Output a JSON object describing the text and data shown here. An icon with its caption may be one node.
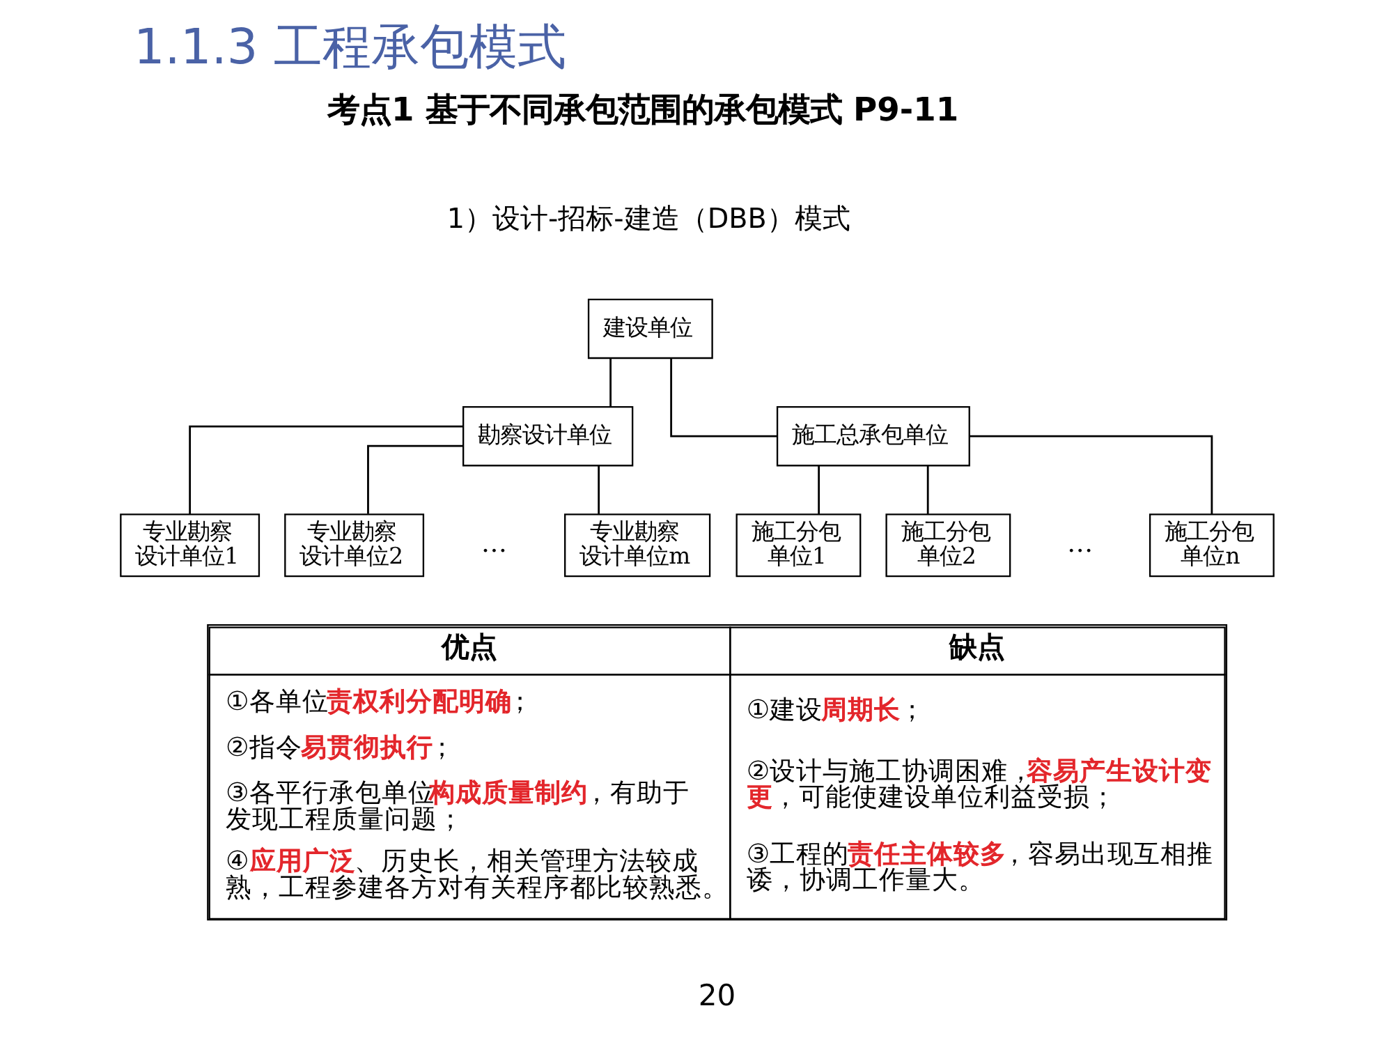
{
  "diagram": {
    "title": "1.1.3 工程承包模式",
    "nodes": [
      {
        "text": [
          "建设单位"
        ]
      },
      {
        "text": [
          "勘察设计单位"
        ]
      },
      {
        "text": [
          "施工总承包单位"
        ]
      },
      {
        "text": [
          "专业勘察设计单位1"
        ]
      },
      {
        "text": [
          "专业勘察设计单位2"
        ]
      },
      {
        "text": [
          "专业勘察设计单位m"
        ]
      },
      {
        "text": [
          "施工分包单位1"
        ]
      },
      {
        "text": [
          "施工分包单位2"
        ]
      },
      {
        "text": [
          "施工分包单位n"
        ]
      }
    ],
    "edges": [
      {
        "from": 0,
        "to": 1,
        "arrow": "none"
      },
      {
        "from": 0,
        "to": 2,
        "arrow": "none"
      },
      {
        "from": 1,
        "to": 3,
        "arrow": "none"
      },
      {
        "from": 1,
        "to": 4,
        "arrow": "none"
      },
      {
        "from": 1,
        "to": 5,
        "arrow": "none"
      },
      {
        "from": 2,
        "to": 6,
        "arrow": "none"
      },
      {
        "from": 2,
        "to": 7,
        "arrow": "none"
      },
      {
        "from": 2,
        "to": 8,
        "arrow": "none"
      }
    ],
    "labels": [
      "考点1 基于不同承包范围的承包模式 P9-11",
      "1）设计-招标-建造（DBB）模式",
      "…",
      "…",
      "优点",
      "缺点",
      "①各单位**责权利分配明确**；",
      "②指令**易贯彻执行**；",
      "③各平行承包单位**构成质量制约**，有助于发现工程质量问题；",
      "④**应用广泛**、历史长，相关管理方法较成熟，工程参建各方对有关程序都比较熟悉。",
      "①建设**周期长**；",
      "②设计与施工协调困难，**容易产生设计变更**，可能使建设单位利益受损；",
      "③工程的**责任主体较多**，容易出现互相推诿，协调工作量大。",
      "20"
    ]
  }
}
